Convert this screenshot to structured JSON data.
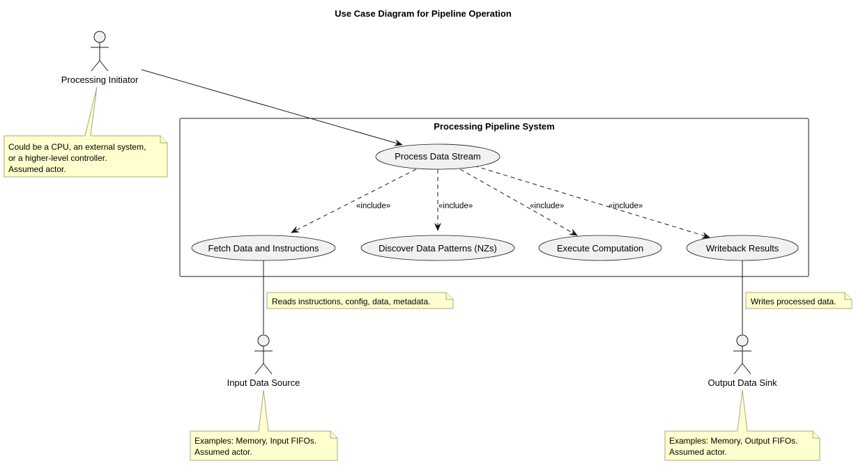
{
  "diagram": {
    "title": "Use Case Diagram for Pipeline Operation",
    "system": {
      "title": "Processing Pipeline System"
    },
    "use_cases": {
      "process": "Process Data Stream",
      "fetch": "Fetch Data and Instructions",
      "discover": "Discover Data Patterns (NZs)",
      "execute": "Execute Computation",
      "writeback": "Writeback Results"
    },
    "include_labels": {
      "fetch": "«include»",
      "discover": "«include»",
      "execute": "«include»",
      "writeback": "«include»"
    },
    "actors": {
      "initiator": "Processing Initiator",
      "input": "Input Data Source",
      "output": "Output Data Sink"
    },
    "notes": {
      "initiator": [
        "Could be a CPU, an external system,",
        "or a higher-level controller.",
        "Assumed actor."
      ],
      "fetch_link": [
        "Reads instructions, config, data, metadata."
      ],
      "writeback_link": [
        "Writes processed data."
      ],
      "input": [
        "Examples: Memory, Input FIFOs.",
        "Assumed actor."
      ],
      "output": [
        "Examples: Memory, Output FIFOs.",
        "Assumed actor."
      ]
    }
  },
  "colors": {
    "note_fill": "#fefece",
    "note_stroke": "#a8a880",
    "usecase_fill": "#f1f1f1",
    "line": "#181818"
  }
}
